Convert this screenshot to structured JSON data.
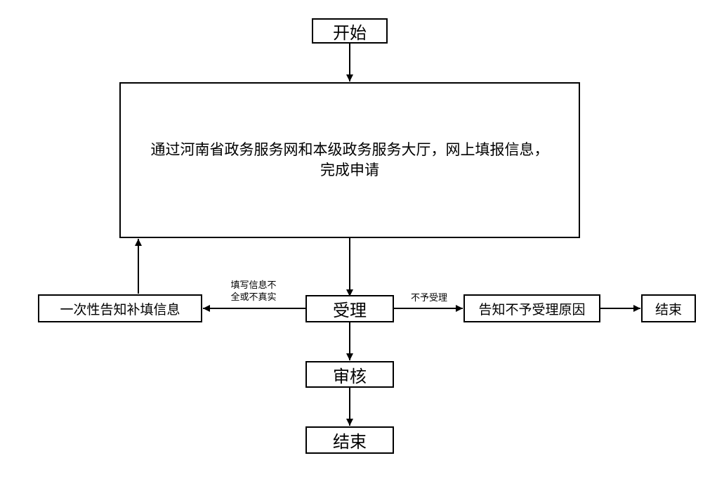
{
  "nodes": {
    "start": "开始",
    "apply_line1": "通过河南省政务服务网和本级政务服务大厅，网上填报信息，",
    "apply_line2": "完成申请",
    "accept": "受理",
    "notify_supplement": "一次性告知补填信息",
    "notify_reject": "告知不予受理原因",
    "end_right": "结束",
    "review": "审核",
    "end_bottom": "结束"
  },
  "edge_labels": {
    "incomplete_line1": "填写信息不",
    "incomplete_line2": "全或不真实",
    "not_accepted": "不予受理"
  }
}
